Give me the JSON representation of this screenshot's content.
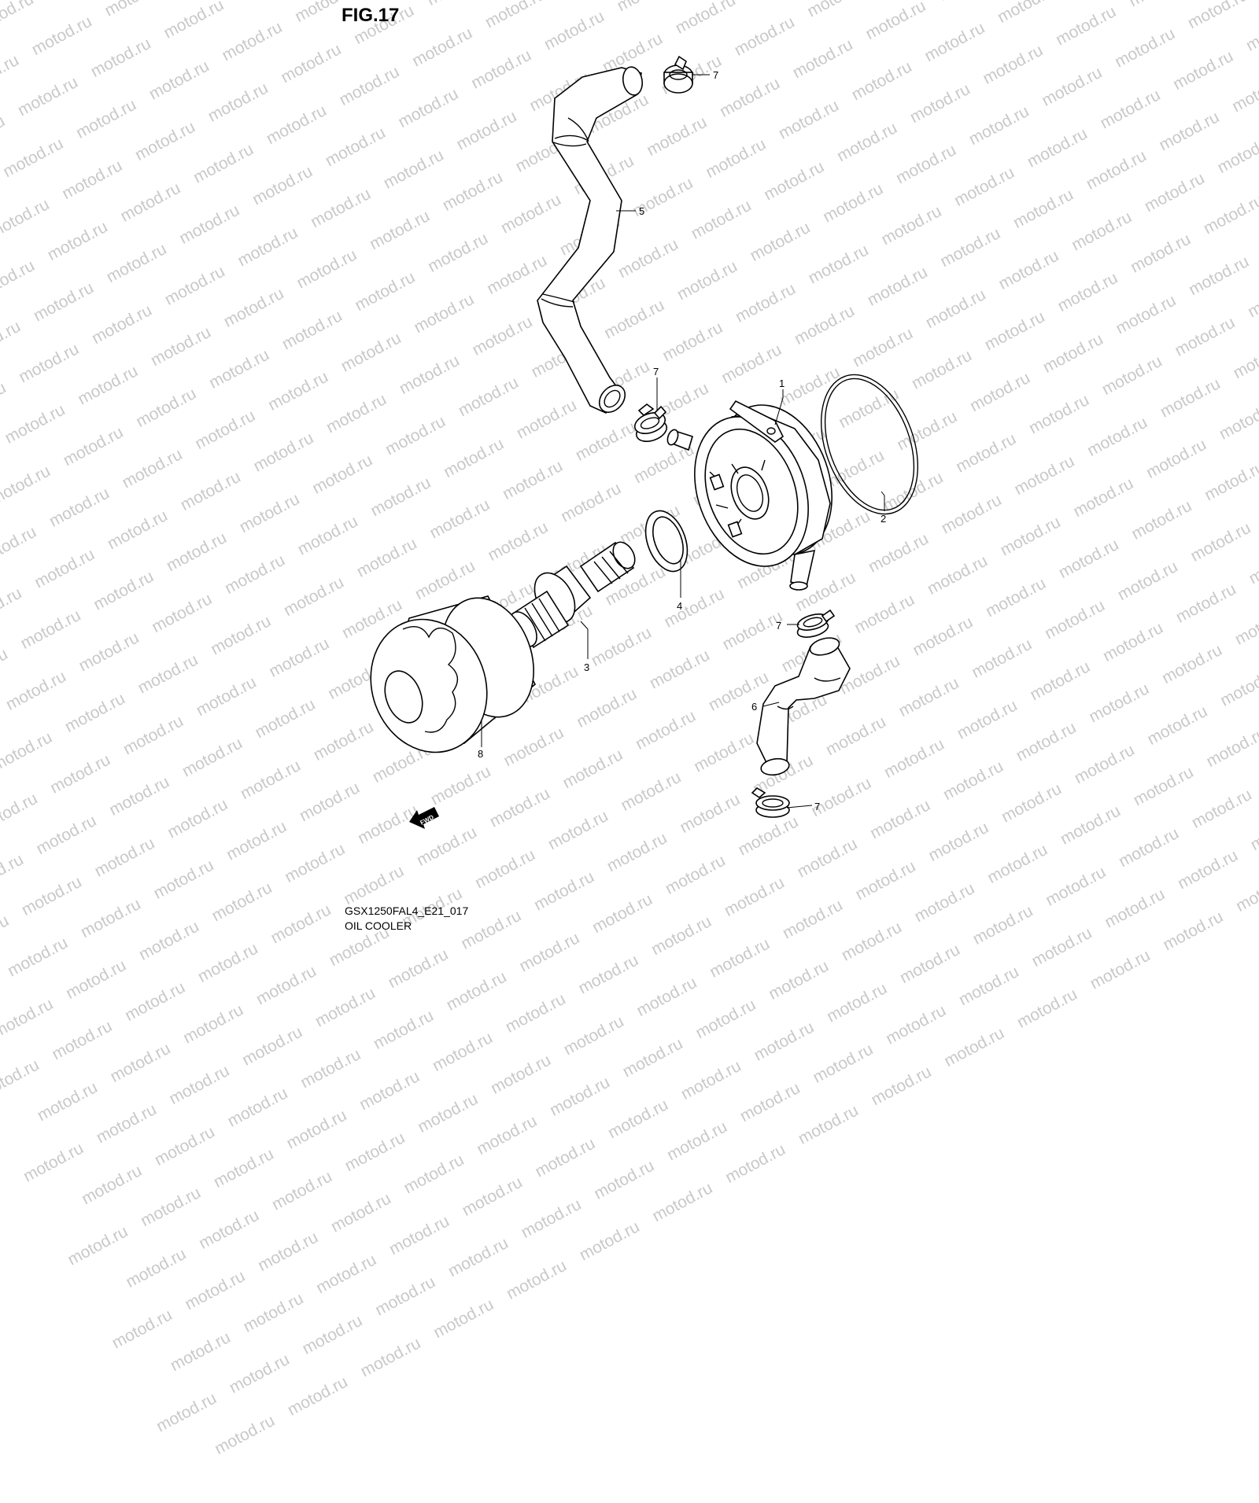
{
  "figure": {
    "title": "FIG.17",
    "code": "GSX1250FAL4_E21_017",
    "name": "OIL COOLER"
  },
  "watermark": {
    "text": "motod.ru",
    "color": "#c9c9c9"
  },
  "fwd_arrow": {
    "label": "FWD"
  },
  "callouts": {
    "c1": "1",
    "c2": "2",
    "c3": "3",
    "c4": "4",
    "c5": "5",
    "c6": "6",
    "c7a": "7",
    "c7b": "7",
    "c7c": "7",
    "c7d": "7",
    "c8": "8"
  }
}
